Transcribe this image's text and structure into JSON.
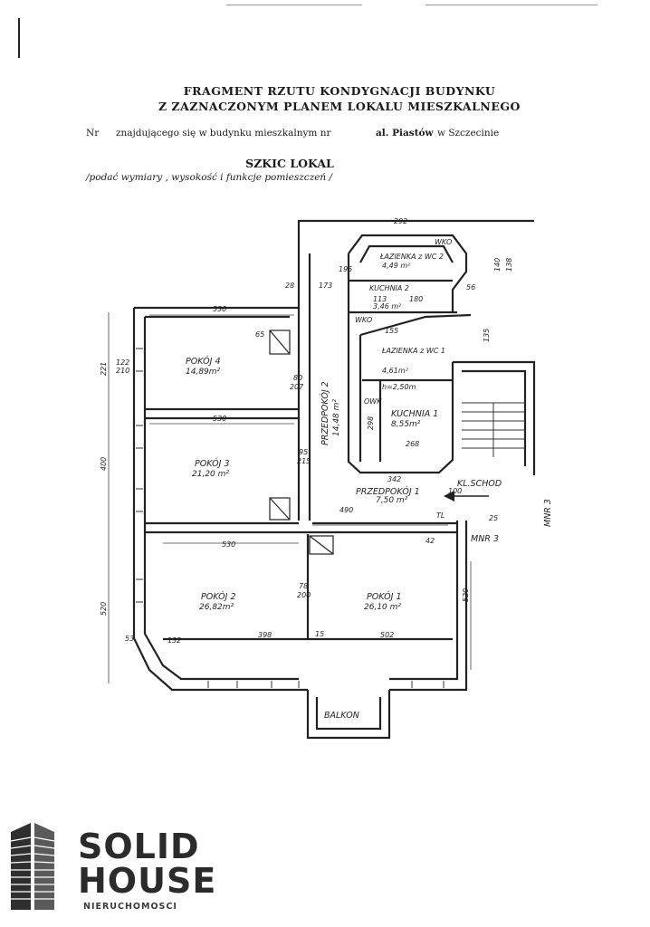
{
  "header": {
    "title_line1": "FRAGMENT  RZUTU  KONDYGNACJI  BUDYNKU",
    "title_line2": "Z  ZAZNACZONYM  PLANEM  LOKALU  MIESZKALNEGO",
    "nr_label": "Nr",
    "building_text": "znajdującego się w budynku mieszkalnym nr",
    "street": "al. Piastów",
    "city_text": "w Szczecinie",
    "sketch_title": "SZKIC LOKAL",
    "sketch_note": "/podać wymiary , wysokość i funkcje pomieszczeń /"
  },
  "rooms": [
    {
      "id": "pokoj4",
      "name": "POKÓJ 4",
      "area": "14,89m²"
    },
    {
      "id": "pokoj3",
      "name": "POKÓJ 3",
      "area": "21,20 m²"
    },
    {
      "id": "pokoj2",
      "name": "POKÓJ 2",
      "area": "26,82m²"
    },
    {
      "id": "pokoj1",
      "name": "POKÓJ 1",
      "area": "26,10 m²"
    },
    {
      "id": "przedpokoj2",
      "name": "PRZEDPOKÓJ 2",
      "area": "14,48 m²"
    },
    {
      "id": "przedpokoj1",
      "name": "PRZEDPOKÓJ 1",
      "area": "7,50 m²"
    },
    {
      "id": "lazienka2",
      "name": "ŁAZIENKA z WC 2",
      "area": "4,49 m²"
    },
    {
      "id": "kuchnia2",
      "name": "KUCHNIA 2",
      "area": "3,46 m²"
    },
    {
      "id": "lazienka1",
      "name": "ŁAZIENKA z WC 1",
      "area": "4,61m²"
    },
    {
      "id": "kuchnia1",
      "name": "KUCHNIA 1",
      "area": "8,55m²"
    },
    {
      "id": "balkon",
      "name": "BALKON",
      "area": ""
    }
  ],
  "labels": {
    "klatka": "KL.SCHOD",
    "mnr3_bottom": "MNR 3",
    "mnr3_right": "MNR 3",
    "wko_top": "WKO",
    "wko_mid": "WKO",
    "owk": "OWK",
    "tl": "TL",
    "height": "h=2,50m"
  },
  "dimensions": {
    "d530_top": "530",
    "d530_mid": "530",
    "d530_low": "530",
    "d490": "490",
    "d398": "398",
    "d502": "502",
    "d132": "132",
    "d292": "292",
    "d173": "173",
    "d268": "268",
    "d342": "342",
    "d221": "221",
    "d400": "400",
    "d520_left": "520",
    "d520_right": "520",
    "d122": "122",
    "d210": "210",
    "d28": "28",
    "d15": "15",
    "d53": "53",
    "d78": "78",
    "d200": "200",
    "d95": "95",
    "d215": "215",
    "d100": "100",
    "d80": "80",
    "d207": "207",
    "d65": "65",
    "d113": "113",
    "d180": "180",
    "d155": "155",
    "d56": "56",
    "d195": "195",
    "d298": "298",
    "d42": "42",
    "d25": "25",
    "d135": "135",
    "d140": "140",
    "d138": "138"
  },
  "logo": {
    "word1": "SOLID",
    "word2": "HOUSE",
    "sub": "NIERUCHOMOSCI"
  }
}
